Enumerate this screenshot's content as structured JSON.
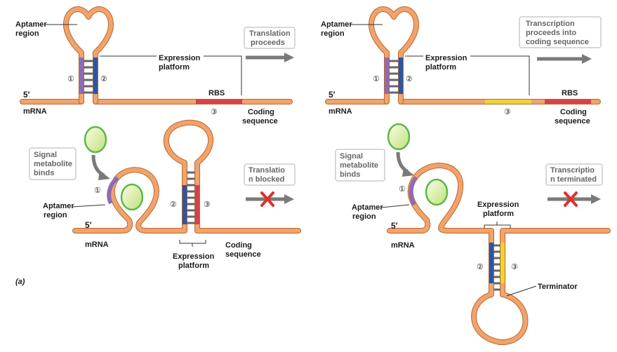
{
  "colors": {
    "rna": "#f2a36b",
    "rna_edge": "#b86a30",
    "aptamer": "#8d6cb5",
    "platform_blue": "#2b56a3",
    "rbs": "#d94048",
    "yellow": "#f1d233",
    "arrow": "#7a7a7a",
    "block_x": "#e0302a",
    "metabolite_fill": "#c9e68e",
    "metabolite_edge": "#5cb84a",
    "box_border": "#cccccc"
  },
  "panels": {
    "top_left": {
      "aptamer_label": "Aptamer region",
      "expression_label": "Expression platform",
      "five_prime": "5′",
      "mrna": "mRNA",
      "rbs": "RBS",
      "coding": "Coding sequence",
      "num1": "①",
      "num2": "②",
      "num3": "③",
      "status": "Translation proceeds"
    },
    "top_right": {
      "aptamer_label": "Aptamer region",
      "expression_label": "Expression platform",
      "five_prime": "5′",
      "mrna": "mRNA",
      "rbs": "RBS",
      "coding": "Coding sequence",
      "num1": "①",
      "num2": "②",
      "num3": "③",
      "status": "Transcription proceeds into coding sequence"
    },
    "bottom_left": {
      "signal": "Signal metabolite binds",
      "aptamer_label": "Aptamer region",
      "five_prime": "5′",
      "mrna": "mRNA",
      "expression_label": "Expression platform",
      "coding": "Coding sequence",
      "num1": "①",
      "num2": "②",
      "num3": "③",
      "status": "Translation blocked"
    },
    "bottom_right": {
      "signal": "Signal metabolite binds",
      "aptamer_label": "Aptamer region",
      "five_prime": "5′",
      "mrna": "mRNA",
      "expression_label": "Expression platform",
      "terminator": "Terminator",
      "num1": "①",
      "num2": "②",
      "num3": "③",
      "status": "Transcription terminated"
    }
  },
  "figure_label": "(a)"
}
